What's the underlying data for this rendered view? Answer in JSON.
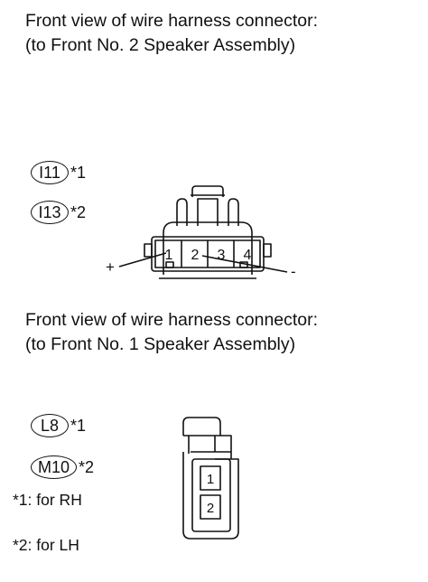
{
  "caption_top": {
    "line1": "Front view of wire harness connector:",
    "line2": "(to Front No. 2 Speaker Assembly)"
  },
  "caption_bottom": {
    "line1": "Front view of wire harness connector:",
    "line2": "(to Front No. 1 Speaker Assembly)"
  },
  "connector_top": {
    "codes": [
      {
        "code": "I11",
        "note": "*1"
      },
      {
        "code": "I13",
        "note": "*2"
      }
    ],
    "pins": [
      "1",
      "2",
      "3",
      "4"
    ],
    "plus_label": "+",
    "minus_label": "-"
  },
  "connector_bottom": {
    "codes": [
      {
        "code": "L8",
        "note": "*1"
      },
      {
        "code": "M10",
        "note": "*2"
      }
    ],
    "pins": [
      "1",
      "2"
    ]
  },
  "footnotes": {
    "rh": "*1: for RH",
    "lh": "*2: for LH"
  }
}
